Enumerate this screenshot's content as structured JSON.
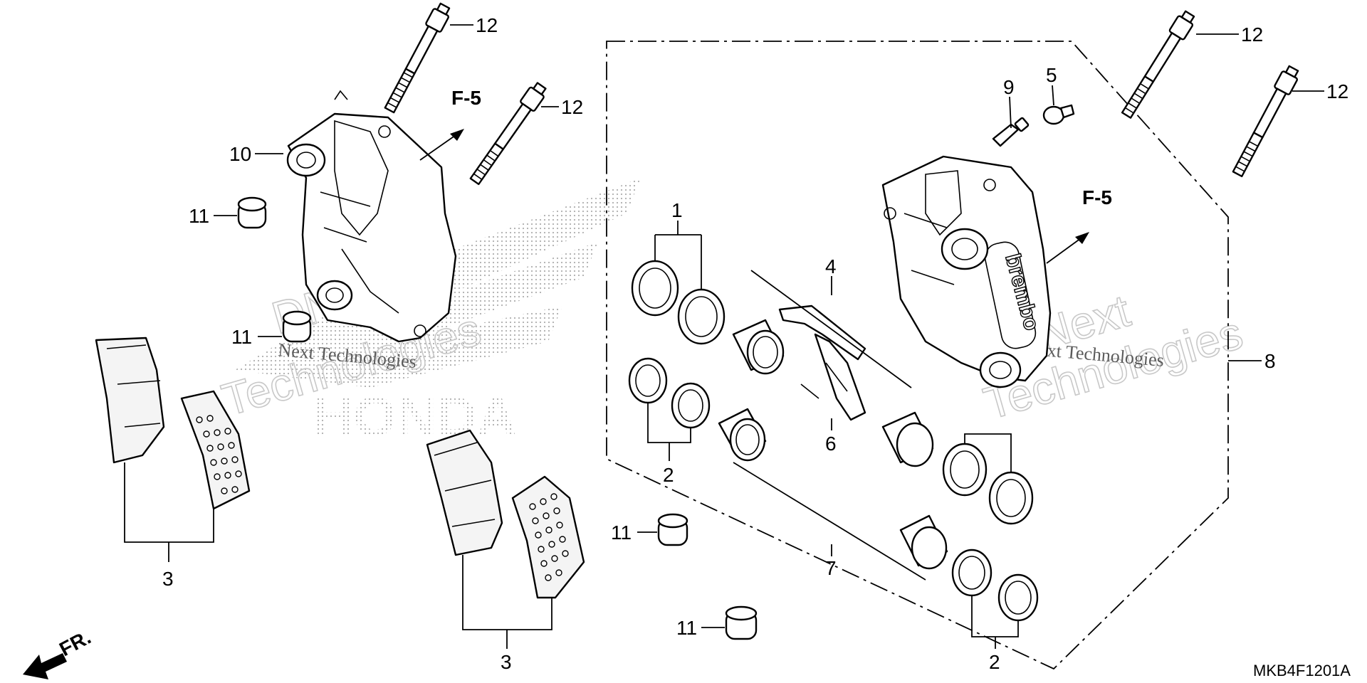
{
  "callouts": {
    "c1": "1",
    "c2a": "2",
    "c2b": "2",
    "c3a": "3",
    "c3b": "3",
    "c4": "4",
    "c5": "5",
    "c6": "6",
    "c7": "7",
    "c8": "8",
    "c9": "9",
    "c10": "10",
    "c11a": "11",
    "c11b": "11",
    "c11c": "11",
    "c11d": "11",
    "c12a": "12",
    "c12b": "12",
    "c12c": "12",
    "c12d": "12"
  },
  "direction_refs": {
    "left": "F-5",
    "right": "F-5"
  },
  "front_arrow_label": "FR.",
  "diagram_code": "MKB4F1201A",
  "caliper_branding": "brembo",
  "watermarks": {
    "brand": "HONDA",
    "left_text": "Next Technologies",
    "left_outline_a": "DNext",
    "left_outline_b": "Technologies",
    "right_text": "Next Technologies",
    "right_outline_a": "wNext",
    "right_outline_b": "Technologies"
  }
}
